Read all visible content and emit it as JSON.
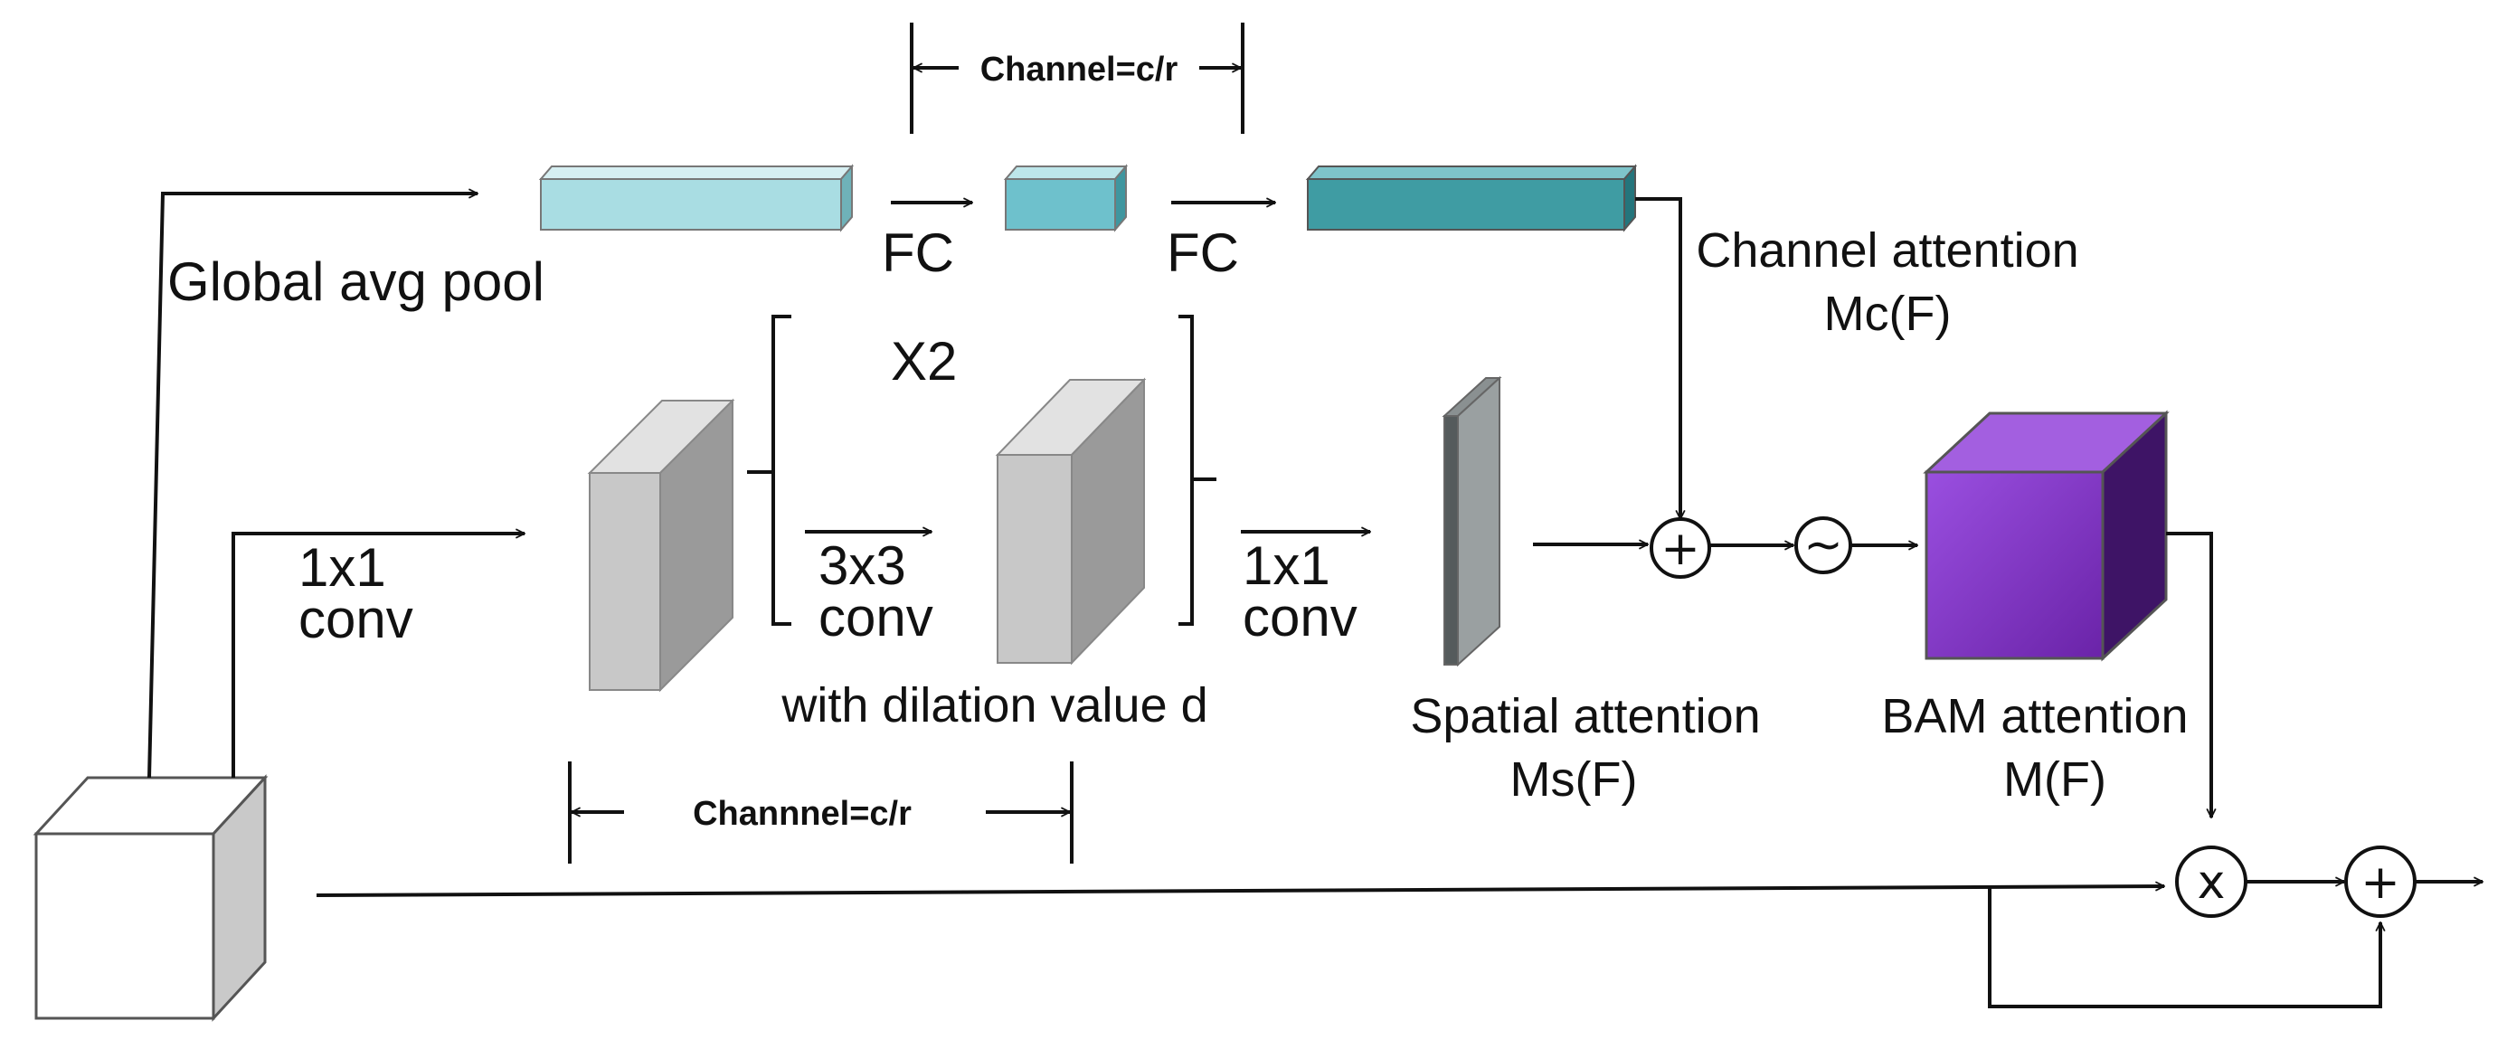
{
  "labels": {
    "channel_top": "Channel=c/r",
    "global_avg_pool": "Global avg pool",
    "fc1": "FC",
    "fc2": "FC",
    "channel_attention": "Channel attention",
    "channel_attention_fn": "Mc(F)",
    "x2": "X2",
    "conv1_a": "1x1",
    "conv1_b": "conv",
    "conv3_a": "3x3",
    "conv3_b": "conv",
    "conv1b_a": "1x1",
    "conv1b_b": "conv",
    "dilation": "with dilation value d",
    "channel_bottom": "Channnel=c/r",
    "spatial_attention": "Spatial attention",
    "spatial_attention_fn": "Ms(F)",
    "bam_attention": "BAM attention",
    "bam_attention_fn": "M(F)"
  },
  "operators": {
    "add_mid": "+",
    "sigmoid": "~",
    "multiply": "x",
    "add_out": "+"
  },
  "colors": {
    "fc_bar_1": "#a9dde3",
    "fc_bar_2": "#6ec1cc",
    "fc_bar_3": "#3f9ca3",
    "feature_block": "#c8c8c8",
    "spatial_map": "#555b5c",
    "bam_cube": "#7b2fbf",
    "input_cube": "#ffffff"
  }
}
